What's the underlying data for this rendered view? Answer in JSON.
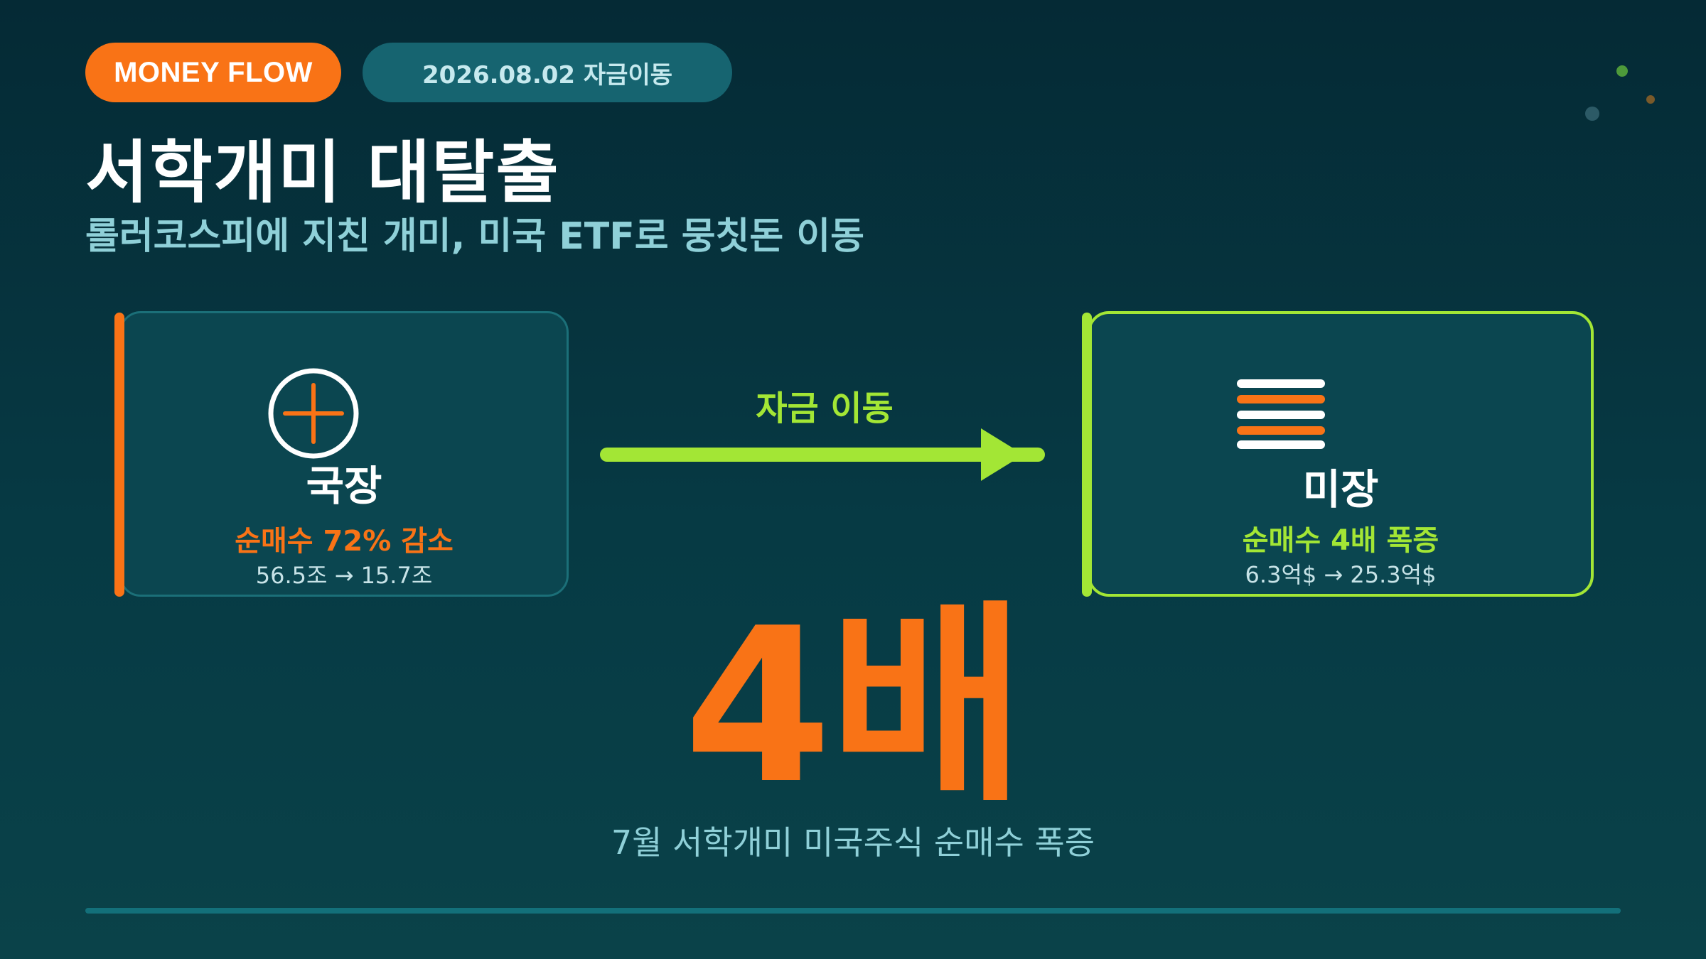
{
  "header": {
    "tag": "MONEY FLOW",
    "date_label": "2026.08.02 자금이동",
    "title": "서학개미 대탈출",
    "subtitle": "롤러코스피에 지친 개미, 미국 ETF로 뭉칫돈 이동"
  },
  "domestic": {
    "icon": "circle-plus-icon",
    "name": "국장",
    "stat": "순매수 72% 감소",
    "range": "56.5조 → 15.7조"
  },
  "flow": {
    "label": "자금 이동",
    "icon": "arrow-right-icon"
  },
  "overseas": {
    "icon": "striped-list-icon",
    "name": "미장",
    "stat": "순매수 4배 폭증",
    "range": "6.3억$ → 25.3억$"
  },
  "highlight": {
    "value": "4배",
    "caption": "7월 서학개미 미국주식 순매수 폭증"
  },
  "colors": {
    "accent_orange": "#f97316",
    "accent_green": "#a3e635",
    "background": "#063a44",
    "card": "#0b4650"
  }
}
